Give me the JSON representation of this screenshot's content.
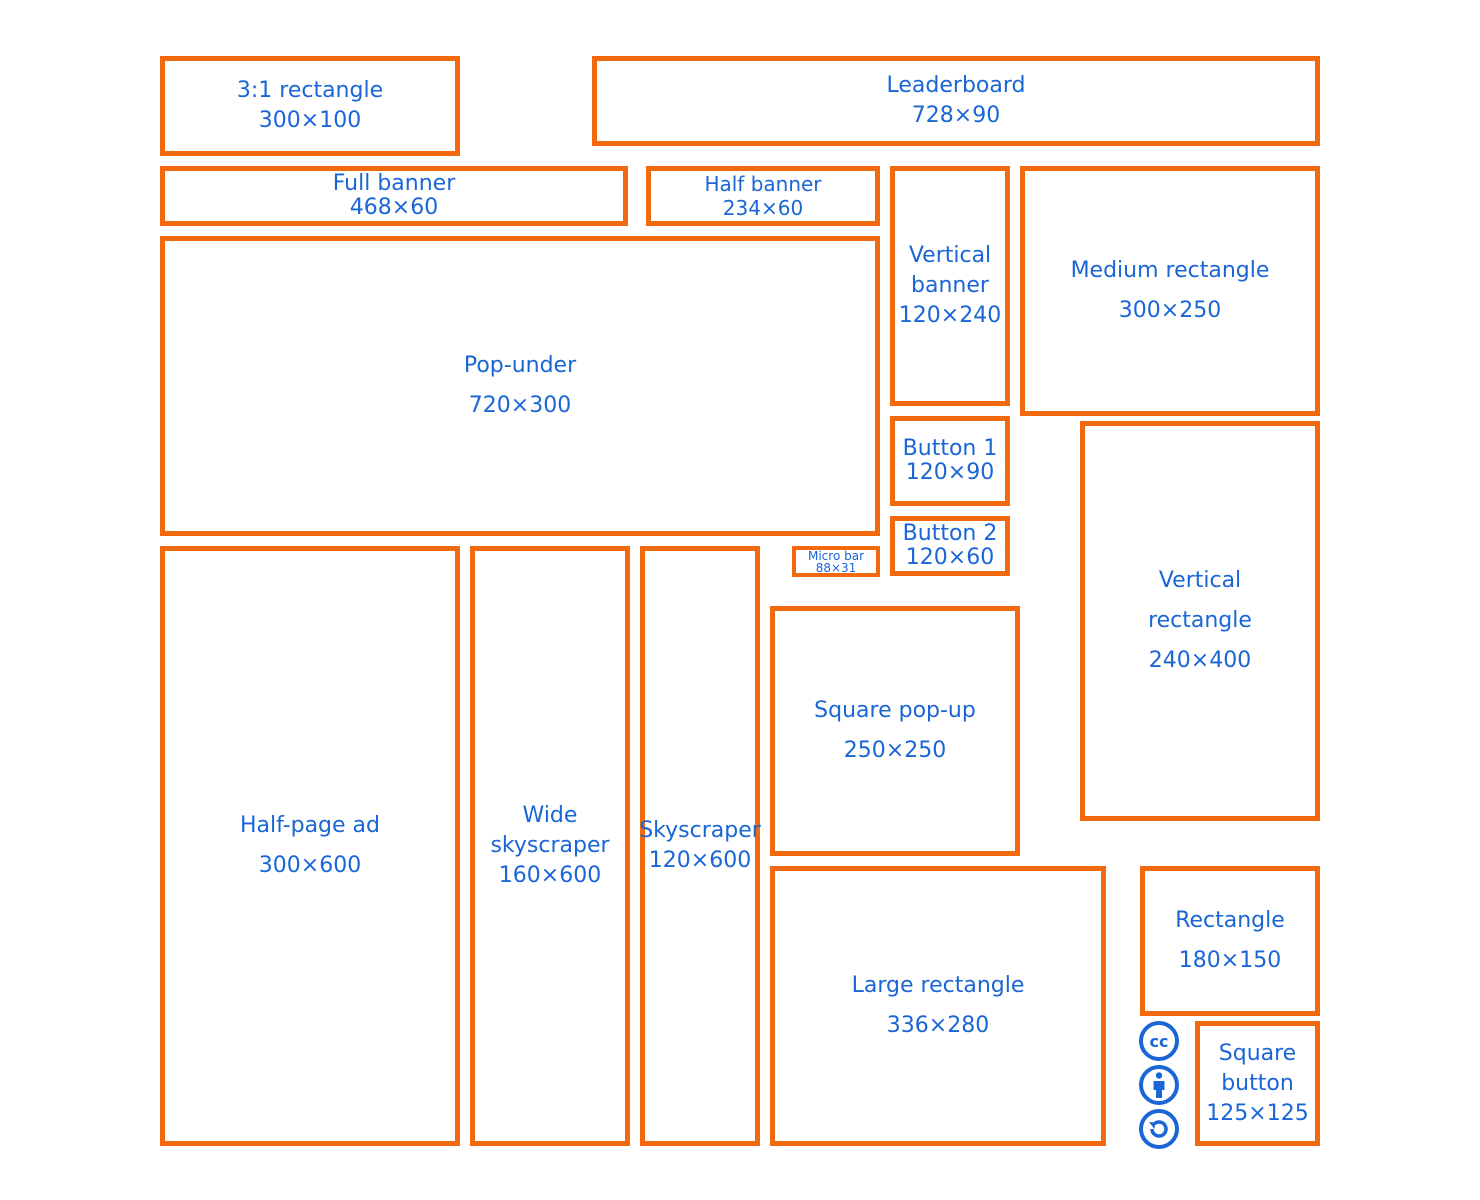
{
  "ads": {
    "rect_3_1": {
      "name": "3:1 rectangle",
      "size": "300×100"
    },
    "leaderboard": {
      "name": "Leaderboard",
      "size": "728×90"
    },
    "full_banner": {
      "name": "Full banner",
      "size": "468×60"
    },
    "half_banner": {
      "name": "Half banner",
      "size": "234×60"
    },
    "vertical_banner": {
      "name_1": "Vertical",
      "name_2": "banner",
      "size": "120×240"
    },
    "medium_rect": {
      "name": "Medium rectangle",
      "size": "300×250"
    },
    "pop_under": {
      "name": "Pop-under",
      "size": "720×300"
    },
    "button_1": {
      "name": "Button 1",
      "size": "120×90"
    },
    "button_2": {
      "name": "Button 2",
      "size": "120×60"
    },
    "vertical_rect": {
      "name_1": "Vertical",
      "name_2": "rectangle",
      "size": "240×400"
    },
    "micro_bar": {
      "name": "Micro bar",
      "size": "88×31"
    },
    "half_page": {
      "name": "Half-page ad",
      "size": "300×600"
    },
    "wide_sky": {
      "name_1": "Wide",
      "name_2": "skyscraper",
      "size": "160×600"
    },
    "skyscraper": {
      "name": "Skyscraper",
      "size": "120×600"
    },
    "square_popup": {
      "name": "Square pop-up",
      "size": "250×250"
    },
    "large_rect": {
      "name": "Large rectangle",
      "size": "336×280"
    },
    "rectangle": {
      "name": "Rectangle",
      "size": "180×150"
    },
    "square_button": {
      "name_1": "Square",
      "name_2": "button",
      "size": "125×125"
    }
  },
  "license_icons": [
    "creative-commons-icon",
    "attribution-icon",
    "share-alike-icon"
  ],
  "colors": {
    "border": "#f26a0d",
    "text": "#1a66d6"
  }
}
